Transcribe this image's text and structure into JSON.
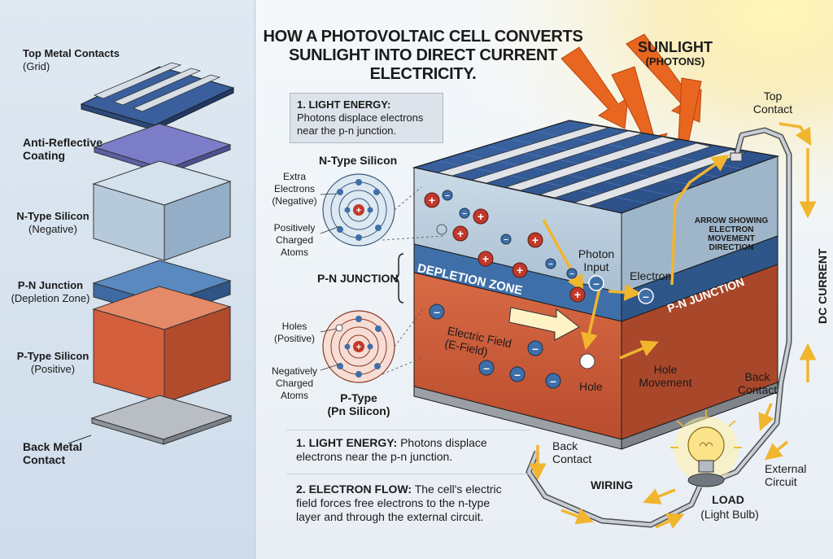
{
  "title": {
    "line1": "HOW A PHOTOVOLTAIC CELL CONVERTS",
    "line2": "SUNLIGHT INTO DIRECT CURRENT ELECTRICITY."
  },
  "sunlight": {
    "line1": "SUNLIGHT",
    "line2": "(PHOTONS)"
  },
  "exploded_layers": [
    {
      "name": "Top Metal Contacts",
      "sub": "(Grid)"
    },
    {
      "name": "Anti-Reflective",
      "sub": "Coating"
    },
    {
      "name": "N-Type Silicon",
      "sub": "(Negative)"
    },
    {
      "name": "P-N Junction",
      "sub": "(Depletion Zone)"
    },
    {
      "name": "P-Type Silicon",
      "sub": "(Positive)"
    },
    {
      "name": "Back Metal",
      "sub": "Contact"
    }
  ],
  "light_energy_box_top": {
    "heading": "1. LIGHT ENERGY:",
    "line1": "Photons displace electrons",
    "line2": "near the p-n junction."
  },
  "n_type": {
    "title": "N-Type Silicon",
    "extra": [
      "Extra",
      "Electrons",
      "(Negative)"
    ],
    "charged": [
      "Positively",
      "Charged",
      "Atoms"
    ]
  },
  "p_type": {
    "title": "P-Type",
    "title2": "(Pn Silicon)",
    "holes": [
      "Holes",
      "(Positive)"
    ],
    "charged": [
      "Negatively",
      "Charged",
      "Atoms"
    ]
  },
  "pn_junction_label": "P-N JUNCTION",
  "cell": {
    "depletion_zone": "DEPLETION ZONE",
    "pn_junction": "P-N JUNCTION",
    "electric_field": [
      "Electric Field",
      "(E-Field)"
    ],
    "photon_input": [
      "Photon",
      "Input"
    ],
    "electron": "Electron",
    "hole": "Hole",
    "hole_movement": [
      "Hole",
      "Movement"
    ],
    "arrow_note": [
      "ARROW SHOWING",
      "ELECTRON",
      "MOVEMENT",
      "DIRECTION"
    ]
  },
  "circuit": {
    "top_contact": [
      "Top",
      "Contact"
    ],
    "dc_current": "DC CURRENT",
    "back_contact_right": [
      "Back",
      "Contact"
    ],
    "back_contact_left": [
      "Back",
      "Contact"
    ],
    "wiring": "WIRING",
    "load": "LOAD",
    "load_sub": "(Light Bulb)",
    "external": [
      "External",
      "Circuit"
    ]
  },
  "steps": {
    "step1_heading": "1. LIGHT ENERGY:",
    "step1_text_a": " Photons displace",
    "step1_text_b": "electrons near the p-n junction.",
    "step2_heading": "2. ELECTRON FLOW:",
    "step2_text_a": " The cell's electric",
    "step2_text_b": "field forces free electrons to the n-type",
    "step2_text_c": "layer and through the external circuit."
  },
  "colors": {
    "n_type": "#b9ccdc",
    "depletion": "#3f6fa8",
    "p_type": "#d4603e",
    "arrow": "#f1b52e",
    "sun_arrow": "#e8661f"
  }
}
